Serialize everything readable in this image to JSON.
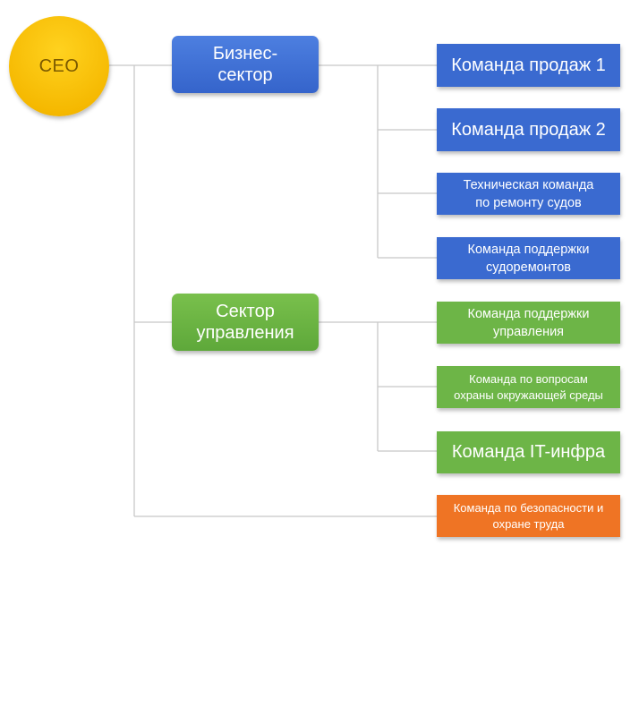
{
  "ceo": {
    "label": "CEO"
  },
  "sectors": [
    {
      "lines": [
        "Бизнес-",
        "сектор"
      ],
      "color": "#3f72d8"
    },
    {
      "lines": [
        "Сектор",
        "управления"
      ],
      "color": "#6cb345"
    }
  ],
  "teams": [
    {
      "lines": [
        "Команда продаж 1"
      ],
      "color": "#3a6ad0"
    },
    {
      "lines": [
        "Команда продаж 2"
      ],
      "color": "#3a6ad0"
    },
    {
      "lines": [
        "Техническая команда",
        "по ремонту судов"
      ],
      "color": "#3a6ad0"
    },
    {
      "lines": [
        "Команда поддержки",
        "судоремонтов"
      ],
      "color": "#3a6ad0"
    },
    {
      "lines": [
        "Команда поддержки",
        "управления"
      ],
      "color": "#6db547"
    },
    {
      "lines": [
        "Команда по вопросам",
        "охраны окружающей среды"
      ],
      "color": "#6db547"
    },
    {
      "lines": [
        "Команда IT-инфра"
      ],
      "color": "#6db547"
    },
    {
      "lines": [
        "Команда по безопасности и",
        "охране труда"
      ],
      "color": "#ef7424"
    }
  ]
}
